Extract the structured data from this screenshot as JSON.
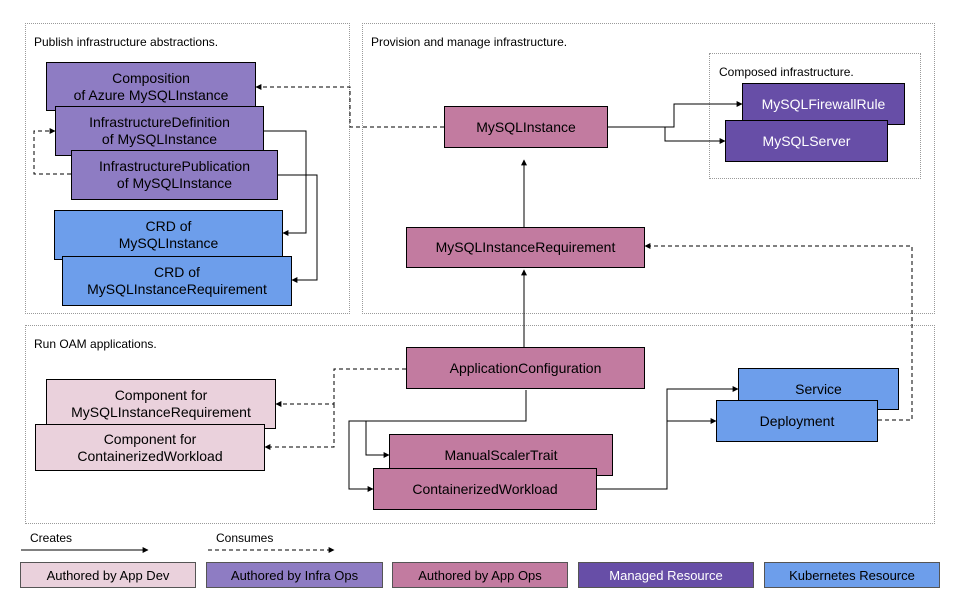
{
  "regions": {
    "publish": "Publish infrastructure abstractions.",
    "provision": "Provision and manage infrastructure.",
    "composed": "Composed infrastructure.",
    "run": "Run OAM applications."
  },
  "nodes": {
    "composition": [
      "Composition",
      "of Azure MySQLInstance"
    ],
    "infra_def": [
      "InfrastructureDefinition",
      "of MySQLInstance"
    ],
    "infra_pub": [
      "InfrastructurePublication",
      "of MySQLInstance"
    ],
    "crd_instance": [
      "CRD of",
      "MySQLInstance"
    ],
    "crd_requirement": [
      "CRD of",
      "MySQLInstanceRequirement"
    ],
    "mysql_instance": "MySQLInstance",
    "firewall_rule": "MySQLFirewallRule",
    "mysql_server": "MySQLServer",
    "requirement": "MySQLInstanceRequirement",
    "app_config": "ApplicationConfiguration",
    "comp_requirement": [
      "Component for",
      "MySQLInstanceRequirement"
    ],
    "comp_workload": [
      "Component for",
      "ContainerizedWorkload"
    ],
    "scaler_trait": "ManualScalerTrait",
    "workload": "ContainerizedWorkload",
    "service": "Service",
    "deployment": "Deployment"
  },
  "legend": {
    "creates": "Creates",
    "consumes": "Consumes",
    "app_dev": "Authored by App Dev",
    "infra_ops": "Authored by Infra Ops",
    "app_ops": "Authored by App Ops",
    "managed": "Managed Resource",
    "kubernetes": "Kubernetes Resource"
  },
  "colors": {
    "app_dev": "#ead1dc",
    "infra_ops": "#8e7cc3",
    "app_ops": "#c27ba0",
    "managed": "#674ea7",
    "kubernetes": "#6d9eeb"
  }
}
